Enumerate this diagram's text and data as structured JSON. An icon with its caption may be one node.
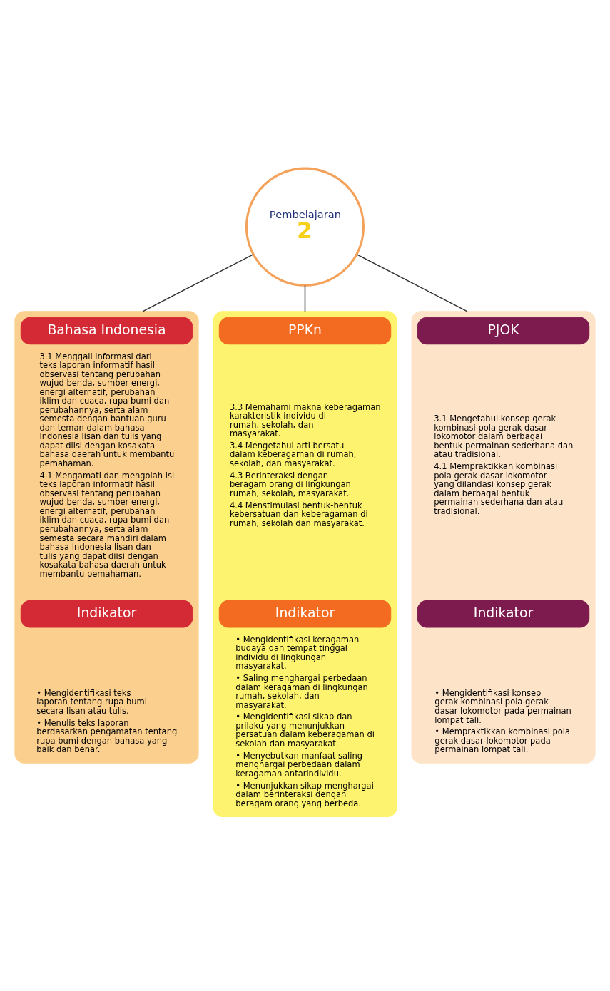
{
  "diagram": {
    "nodes": [
      {
        "text": [],
        "shape": "box"
      },
      {
        "text": [
          "Bahasa Indonesia"
        ],
        "in": 0,
        "beside": [
          "3.1 Menggali informasi dari teks laporan informatif hasil observasi tentang perubahan wujud benda, sumber energi, energi alternatif, perubahan iklim dan cuaca, rupa bumi dan perubahannya, serta alam semesta dengan bantuan guru dan teman dalam bahasa Indonesia lisan dan tulis yang dapat diisi dengan kosakata bahasa daerah untuk membantu pemahaman.",
          "4.1 Mengamati dan mengolah isi teks laporan informatif hasil observasi tentang perubahan wujud benda, sumber energi, energi alternatif, perubahan iklim dan cuaca, rupa bumi dan perubahannya, serta alam semesta secara mandiri dalam bahasa Indonesia lisan dan tulis yang dapat diisi dengan kosakata bahasa daerah untuk membantu pemahaman."
        ]
      },
      {
        "text": [
          "Indikator"
        ],
        "in": 0,
        "beside": [
          "• Mengidentifikasi teks laporan tentang rupa bumi secara lisan atau tulis.",
          "• Menulis teks laporan berdasarkan pengamatan tentang rupa bumi dengan bahasa yang baik dan benar."
        ]
      },
      {
        "text": [],
        "shape": "box"
      },
      {
        "text": [
          "PPKn"
        ],
        "in": 3,
        "beside": [
          "3.3 Memahami makna keberagaman karakteristik individu di rumah, sekolah, dan masyarakat.",
          "3.4 Mengetahui arti bersatu dalam keberagaman di rumah, sekolah, dan masyarakat.",
          "4.3 Berinteraksi dengan beragam orang di lingkungan rumah, sekolah, masyarakat.",
          "4.4 Menstimulasi bentuk-bentuk kebersatuan dan keberagaman di rumah, sekolah dan masyarakat."
        ]
      },
      {
        "text": [
          "Indikator"
        ],
        "in": 3,
        "beside": [
          "• Mengidentifikasi keragaman budaya dan tempat tinggal individu di lingkungan masyarakat.",
          "• Saling menghargai perbedaan dalam keragaman di lingkungan rumah, sekolah, dan masyarakat.",
          "• Mengidentifikasi sikap dan prilaku yang menunjukkan persatuan dalam keberagaman di sekolah dan masyarakat.",
          "• Menyebutkan manfaat saling menghargai perbedaan dalam keragaman antarindividu.",
          "• Menunjukkan sikap menghargai dalam berinteraksi dengan beragam orang yang berbeda."
        ]
      },
      {
        "text": [
          "Pembelajaran",
          "2"
        ]
      },
      {
        "text": [],
        "shape": "box"
      },
      {
        "text": [
          "PJOK"
        ],
        "in": 7,
        "beside": [
          "3.1 Mengetahui konsep gerak kombinasi pola gerak dasar lokomotor dalam berbagai bentuk permainan sederhana dan atau tradisional.",
          "4.1 Mempraktikkan kombinasi pola gerak dasar lokomotor yang dilandasi konsep gerak dalam berbagai bentuk permainan sederhana dan atau tradisional."
        ]
      },
      {
        "text": [
          "Indikator"
        ],
        "in": 7,
        "beside": [
          "• Mengidentifikasi konsep gerak kombinasi pola gerak dasar lokomotor pada permainan lompat tali.",
          "• Mempraktikkan kombinasi pola gerak dasar lokomotor pada permainan lompat tali."
        ]
      }
    ],
    "edges": [
      {
        "from": 6,
        "to": 0,
        "arrow": "none"
      },
      {
        "from": 6,
        "to": 3,
        "arrow": "none"
      },
      {
        "from": 6,
        "to": 7,
        "arrow": "none"
      }
    ]
  }
}
